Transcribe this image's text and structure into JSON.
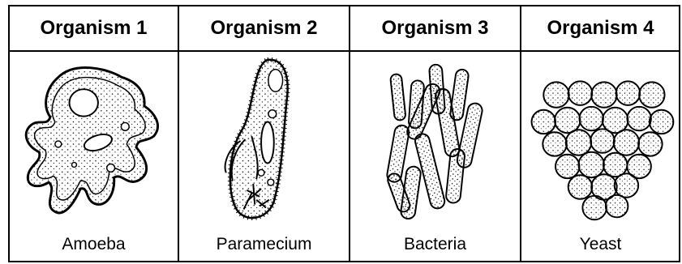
{
  "organisms": [
    {
      "header": "Organism 1",
      "caption": "Amoeba",
      "illustration": "amoeba-icon"
    },
    {
      "header": "Organism 2",
      "caption": "Paramecium",
      "illustration": "paramecium-icon"
    },
    {
      "header": "Organism 3",
      "caption": "Bacteria",
      "illustration": "bacteria-icon"
    },
    {
      "header": "Organism 4",
      "caption": "Yeast",
      "illustration": "yeast-icon"
    }
  ]
}
